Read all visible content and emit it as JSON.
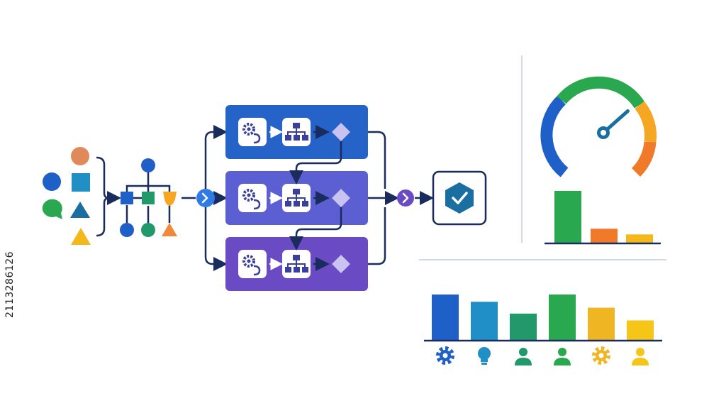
{
  "colors": {
    "navy": "#1a2b5e",
    "row1": "#2563c9",
    "row2": "#5b5fd1",
    "row3": "#6a4bc4",
    "blue": "#1f5fc8",
    "teal": "#1f8fc6",
    "green": "#2aa84f",
    "orange": "#f07a2a",
    "yellow": "#f5b81b",
    "salmon": "#e08a5a",
    "shield": "#1a6fa0",
    "gauge_ring": [
      "#1f5fc8",
      "#2aa84f",
      "#f5a623",
      "#f07a2a"
    ]
  },
  "watermark": {
    "stock_id": "2113286126"
  },
  "input_shapes": [
    "circle-blue",
    "square-teal",
    "circle-green",
    "triangle-teal",
    "triangle-yellow",
    "circle-salmon"
  ],
  "pipeline": {
    "rows": [
      {
        "name": "process-row-1",
        "stages": [
          "settings-icon",
          "hierarchy-icon",
          "decision-diamond"
        ]
      },
      {
        "name": "process-row-2",
        "stages": [
          "settings-icon",
          "hierarchy-icon",
          "decision-diamond"
        ]
      },
      {
        "name": "process-row-3",
        "stages": [
          "settings-icon",
          "hierarchy-icon",
          "decision-diamond"
        ]
      }
    ],
    "result_icon": "shield-check-icon"
  },
  "gauge": {
    "level": 0.72,
    "segments": [
      "blue",
      "green",
      "orange",
      "red-orange"
    ]
  },
  "small_bars": {
    "values": [
      1.0,
      0.27,
      0.16
    ],
    "colors": [
      "#2aa84f",
      "#f07a2a",
      "#f5b81b"
    ]
  },
  "bottom_bars": {
    "values": [
      1.0,
      0.84,
      0.58,
      1.0,
      0.71,
      0.43
    ],
    "colors": [
      "#1f5fc8",
      "#1f8fc6",
      "#22996a",
      "#2aa84f",
      "#f0b522",
      "#f5c518"
    ],
    "icons": [
      "gear-icon",
      "lightbulb-icon",
      "user-icon",
      "user-icon",
      "gear-icon",
      "user-icon"
    ]
  }
}
